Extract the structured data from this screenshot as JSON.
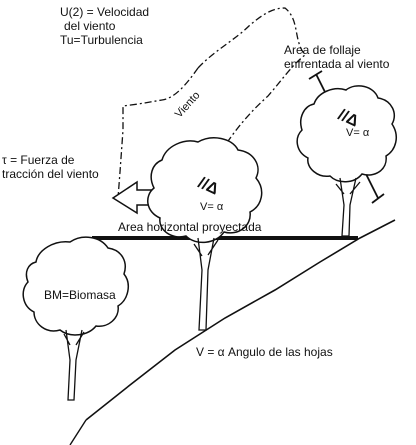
{
  "labels": {
    "wind_speed_line1": "U(2) = Velocidad",
    "wind_speed_line2": "del viento",
    "turbulence": "Tu=Turbulencia",
    "wind": "Viento",
    "foliage_line1": "Area de follaje",
    "foliage_line2": "enfrentada al viento",
    "traction_line1": "τ = Fuerza de",
    "traction_line2": "tracción del viento",
    "horizontal_area": "Area horizontal proyectada",
    "biomass": "BM=Biomasa",
    "leaf_angle": "V = α  Angulo de las hojas",
    "tree_angle_mid": "V= α",
    "tree_angle_right": "V= α",
    "lad_symbol_mid": "//Δ",
    "lad_symbol_right": "//Δ"
  },
  "colors": {
    "ink": "#111111",
    "background": "#ffffff"
  }
}
